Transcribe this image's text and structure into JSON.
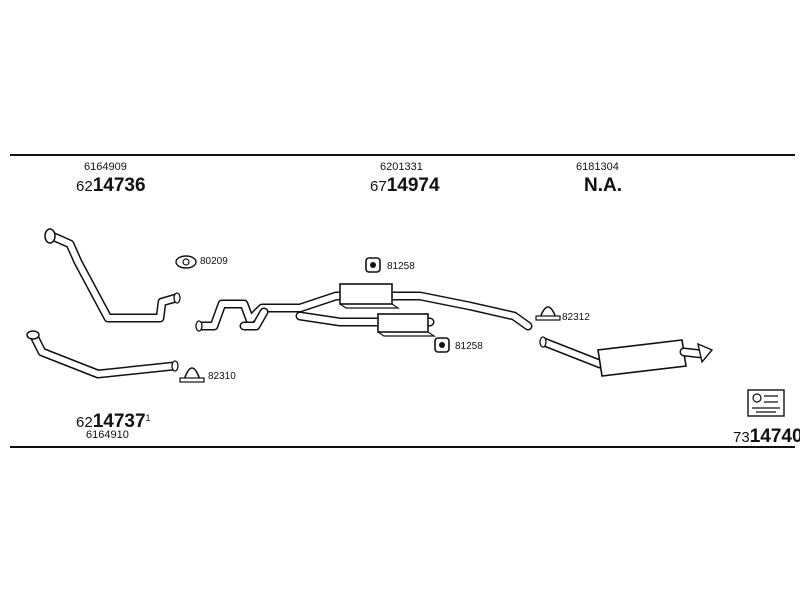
{
  "top_row": {
    "left": {
      "part": "6164909",
      "code_prefix": "62",
      "code_bold": "14736"
    },
    "middle": {
      "part": "6201331",
      "code_prefix": "67",
      "code_bold": "14974"
    },
    "right": {
      "part": "6181304",
      "code_bold": "N.A."
    }
  },
  "hardware": [
    {
      "id": "80209"
    },
    {
      "id": "81258"
    },
    {
      "id": "81258"
    },
    {
      "id": "82312"
    },
    {
      "id": "82310"
    }
  ],
  "bottom_row": {
    "left": {
      "code_prefix": "62",
      "code_bold": "14737",
      "suffix": "1",
      "part": "6164910"
    },
    "right": {
      "code_prefix": "73",
      "code_bold": "14740"
    }
  }
}
